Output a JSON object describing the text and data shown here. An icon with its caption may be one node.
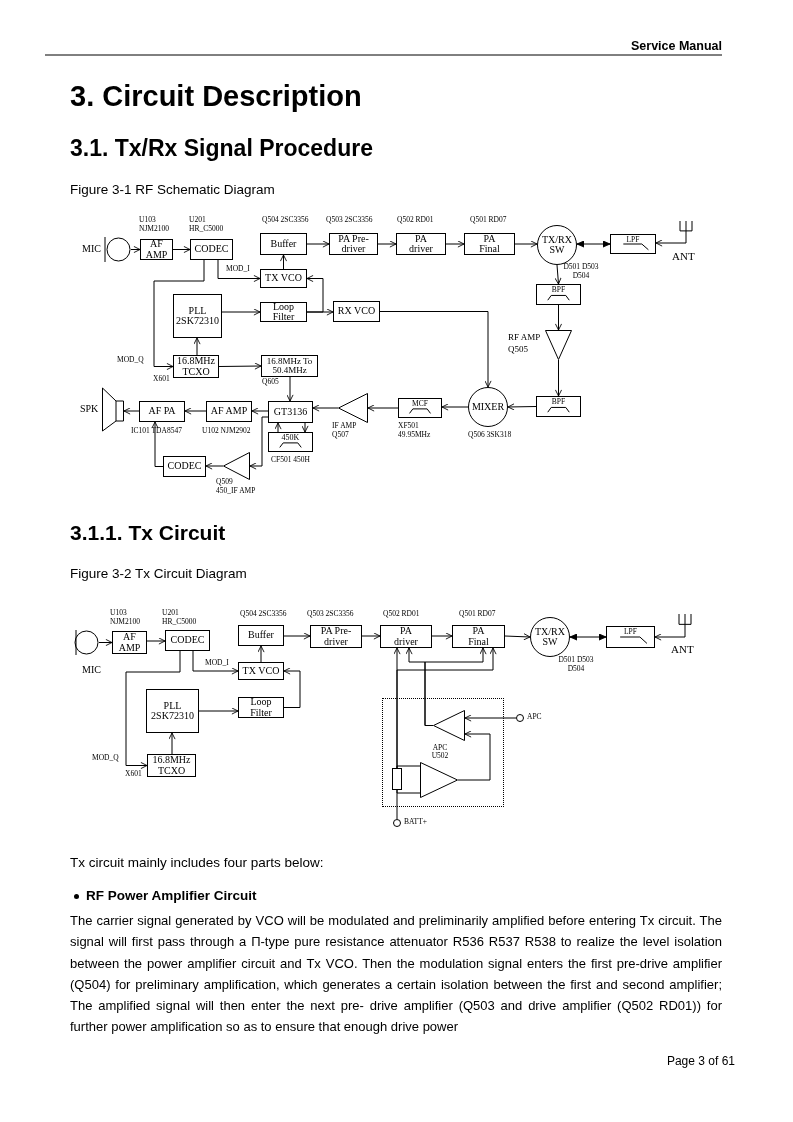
{
  "diagram": {
    "title": "3. Circuit Description",
    "nodes": [
      {
        "text": [],
        "shape": "circle",
        "beside": [
          "MIC"
        ]
      },
      {
        "text": [
          "AF AMP"
        ],
        "beside": [
          "U103",
          "NJM2100"
        ]
      },
      {
        "text": [
          "CODEC"
        ],
        "beside": [
          "U201",
          "HR_C5000"
        ]
      },
      {
        "text": [
          "Buffer"
        ],
        "beside": [
          "Q504 2SC3356"
        ]
      },
      {
        "text": [
          "PA Pre-driver"
        ],
        "beside": [
          "Q503 2SC3356"
        ]
      },
      {
        "text": [
          "PA driver"
        ],
        "beside": [
          "Q502 RD01"
        ]
      },
      {
        "text": [
          "PA Final"
        ],
        "beside": [
          "Q501 RD07"
        ]
      },
      {
        "text": [
          "TX/RX SW"
        ],
        "beside": [
          "D501 D503 D504"
        ]
      },
      {
        "text": [
          "LPF"
        ]
      },
      {
        "text": [],
        "shape": "antenna",
        "beside": [
          "ANT"
        ]
      },
      {
        "text": [
          "TX VCO"
        ]
      },
      {
        "text": [
          "PLL 2SK72310"
        ]
      },
      {
        "text": [
          "Loop Filter"
        ]
      },
      {
        "text": [
          "RX VCO"
        ]
      },
      {
        "text": [
          "16.8MHz TCXO"
        ],
        "beside": [
          "X601"
        ]
      },
      {
        "text": [
          "16.8MHz To 50.4MHz"
        ],
        "beside": [
          "Q605"
        ]
      },
      {
        "text": [
          "BPF"
        ]
      },
      {
        "text": [],
        "shape": "triangle",
        "beside": [
          "RF AMP",
          "Q505"
        ]
      },
      {
        "text": [
          "BPF"
        ]
      },
      {
        "text": [
          "MIXER"
        ],
        "beside": [
          "Q506 3SK318"
        ]
      },
      {
        "text": [
          "MCF"
        ],
        "beside": [
          "XF501",
          "49.95MHz"
        ]
      },
      {
        "text": [],
        "shape": "triangle",
        "beside": [
          "IF AMP",
          "Q507"
        ]
      },
      {
        "text": [
          "GT3136"
        ]
      },
      {
        "text": [
          "450K"
        ],
        "beside": [
          "CF501 450H"
        ]
      },
      {
        "text": [
          "AF AMP"
        ],
        "beside": [
          "U102 NJM2902"
        ]
      },
      {
        "text": [
          "AF PA"
        ],
        "beside": [
          "IC101 TDA8547"
        ]
      },
      {
        "text": [],
        "shape": "speaker",
        "beside": [
          "SPK"
        ]
      },
      {
        "text": [
          "CODEC"
        ]
      },
      {
        "text": [],
        "shape": "triangle",
        "beside": [
          "Q509",
          "450_IF AMP"
        ]
      },
      {
        "text": [],
        "shape": "circle",
        "beside": [
          "MIC"
        ]
      },
      {
        "text": [
          "AF AMP"
        ],
        "beside": [
          "U103",
          "NJM2100"
        ]
      },
      {
        "text": [
          "CODEC"
        ],
        "beside": [
          "U201",
          "HR_C5000"
        ]
      },
      {
        "text": [
          "Buffer"
        ],
        "beside": [
          "Q504 2SC3356"
        ]
      },
      {
        "text": [
          "PA Pre-driver"
        ],
        "beside": [
          "Q503 2SC3356"
        ]
      },
      {
        "text": [
          "PA driver"
        ],
        "beside": [
          "Q502 RD01"
        ]
      },
      {
        "text": [
          "PA Final"
        ],
        "beside": [
          "Q501 RD07"
        ]
      },
      {
        "text": [
          "TX/RX SW"
        ],
        "beside": [
          "D501 D503 D504"
        ]
      },
      {
        "text": [
          "LPF"
        ]
      },
      {
        "text": [],
        "shape": "antenna",
        "beside": [
          "ANT"
        ]
      },
      {
        "text": [
          "TX VCO"
        ]
      },
      {
        "text": [
          "PLL 2SK72310"
        ]
      },
      {
        "text": [
          "Loop Filter"
        ]
      },
      {
        "text": [
          "16.8MHz TCXO"
        ],
        "beside": [
          "X601"
        ]
      },
      {
        "text": [
          "APC U502"
        ]
      },
      {
        "text": [],
        "shape": "triangle",
        "in": 43
      },
      {
        "text": [],
        "shape": "triangle",
        "in": 43
      },
      {
        "text": [],
        "shape": "resistor",
        "in": 43
      },
      {
        "text": [],
        "shape": "circle",
        "beside": [
          "APC"
        ]
      },
      {
        "text": [],
        "shape": "circle",
        "beside": [
          "BATT+"
        ]
      }
    ],
    "edges": [
      {
        "from": 0,
        "to": 1,
        "arrow": "to"
      },
      {
        "from": 1,
        "to": 2,
        "arrow": "to"
      },
      {
        "from": 2,
        "to": 10,
        "arrow": "to",
        "label": "MOD_I"
      },
      {
        "from": 2,
        "to": 14,
        "arrow": "to",
        "label": "MOD_Q"
      },
      {
        "from": 10,
        "to": 3,
        "arrow": "to"
      },
      {
        "from": 3,
        "to": 4,
        "arrow": "to"
      },
      {
        "from": 4,
        "to": 5,
        "arrow": "to"
      },
      {
        "from": 5,
        "to": 6,
        "arrow": "to"
      },
      {
        "from": 6,
        "to": 7,
        "arrow": "to"
      },
      {
        "from": 7,
        "to": 8,
        "arrow": "both"
      },
      {
        "from": 9,
        "to": 8,
        "arrow": "to"
      },
      {
        "from": 7,
        "to": 16,
        "arrow": "to"
      },
      {
        "from": 16,
        "to": 17,
        "arrow": "to"
      },
      {
        "from": 17,
        "to": 18,
        "arrow": "to"
      },
      {
        "from": 18,
        "to": 19,
        "arrow": "to"
      },
      {
        "from": 19,
        "to": 20,
        "arrow": "to"
      },
      {
        "from": 20,
        "to": 21,
        "arrow": "to"
      },
      {
        "from": 21,
        "to": 22,
        "arrow": "to"
      },
      {
        "from": 22,
        "to": 24,
        "arrow": "to"
      },
      {
        "from": 24,
        "to": 25,
        "arrow": "to"
      },
      {
        "from": 25,
        "to": 26,
        "arrow": "to"
      },
      {
        "from": 11,
        "to": 12,
        "arrow": "to"
      },
      {
        "from": 12,
        "to": 10,
        "arrow": "to"
      },
      {
        "from": 12,
        "to": 13,
        "arrow": "to"
      },
      {
        "from": 13,
        "to": 19,
        "arrow": "to"
      },
      {
        "from": 14,
        "to": 11,
        "arrow": "to"
      },
      {
        "from": 14,
        "to": 15,
        "arrow": "to"
      },
      {
        "from": 15,
        "to": 22,
        "arrow": "to"
      },
      {
        "from": 22,
        "to": 23,
        "arrow": "to"
      },
      {
        "from": 23,
        "to": 22,
        "arrow": "to"
      },
      {
        "from": 22,
        "to": 28,
        "arrow": "to"
      },
      {
        "from": 28,
        "to": 27,
        "arrow": "to"
      },
      {
        "from": 27,
        "to": 25,
        "arrow": "to"
      },
      {
        "from": 29,
        "to": 30,
        "arrow": "to"
      },
      {
        "from": 30,
        "to": 31,
        "arrow": "to"
      },
      {
        "from": 31,
        "to": 39,
        "arrow": "to",
        "label": "MOD_I"
      },
      {
        "from": 31,
        "to": 42,
        "arrow": "to",
        "label": "MOD_Q"
      },
      {
        "from": 39,
        "to": 32,
        "arrow": "to"
      },
      {
        "from": 32,
        "to": 33,
        "arrow": "to"
      },
      {
        "from": 33,
        "to": 34,
        "arrow": "to"
      },
      {
        "from": 34,
        "to": 35,
        "arrow": "to"
      },
      {
        "from": 35,
        "to": 36,
        "arrow": "to"
      },
      {
        "from": 36,
        "to": 37,
        "arrow": "both"
      },
      {
        "from": 38,
        "to": 37,
        "arrow": "to"
      },
      {
        "from": 40,
        "to": 41,
        "arrow": "to"
      },
      {
        "from": 41,
        "to": 39,
        "arrow": "to"
      },
      {
        "from": 42,
        "to": 40,
        "arrow": "to"
      },
      {
        "from": 47,
        "to": 44,
        "arrow": "to"
      },
      {
        "from": 45,
        "to": 44,
        "arrow": "to"
      },
      {
        "from": 44,
        "to": 34,
        "arrow": "to"
      },
      {
        "from": 44,
        "to": 35,
        "arrow": "to"
      },
      {
        "from": 48,
        "to": 46,
        "arrow": "none"
      },
      {
        "from": 46,
        "to": 34,
        "arrow": "to"
      },
      {
        "from": 46,
        "to": 35,
        "arrow": "to"
      },
      {
        "from": 46,
        "to": 45,
        "arrow": "none"
      },
      {
        "from": 46,
        "to": 45,
        "arrow": "none"
      }
    ],
    "labels": [
      "Service Manual",
      "3.1. Tx/Rx Signal Procedure",
      "Figure 3-1 RF Schematic Diagram",
      "3.1.1. Tx Circuit",
      "Figure 3-2 Tx Circuit Diagram",
      "Tx circuit mainly includes four parts below:",
      "RF Power Amplifier Circuit",
      "The carrier signal generated by VCO will be modulated and preliminarily amplified before entering Tx circuit. The signal will first pass through a Π-type pure resistance attenuator R536 R537 R538 to realize the level isolation between the power amplifier circuit and Tx VCO. Then the modulation signal enters the first pre-drive amplifier (Q504) for preliminary amplification, which generates a certain isolation between the first and second amplifier; The amplified signal will then enter the next pre- drive amplifier (Q503 and drive amplifier (Q502 RD01)) for further power amplification so as to ensure that enough drive power",
      "Page 3 of 61"
    ]
  }
}
